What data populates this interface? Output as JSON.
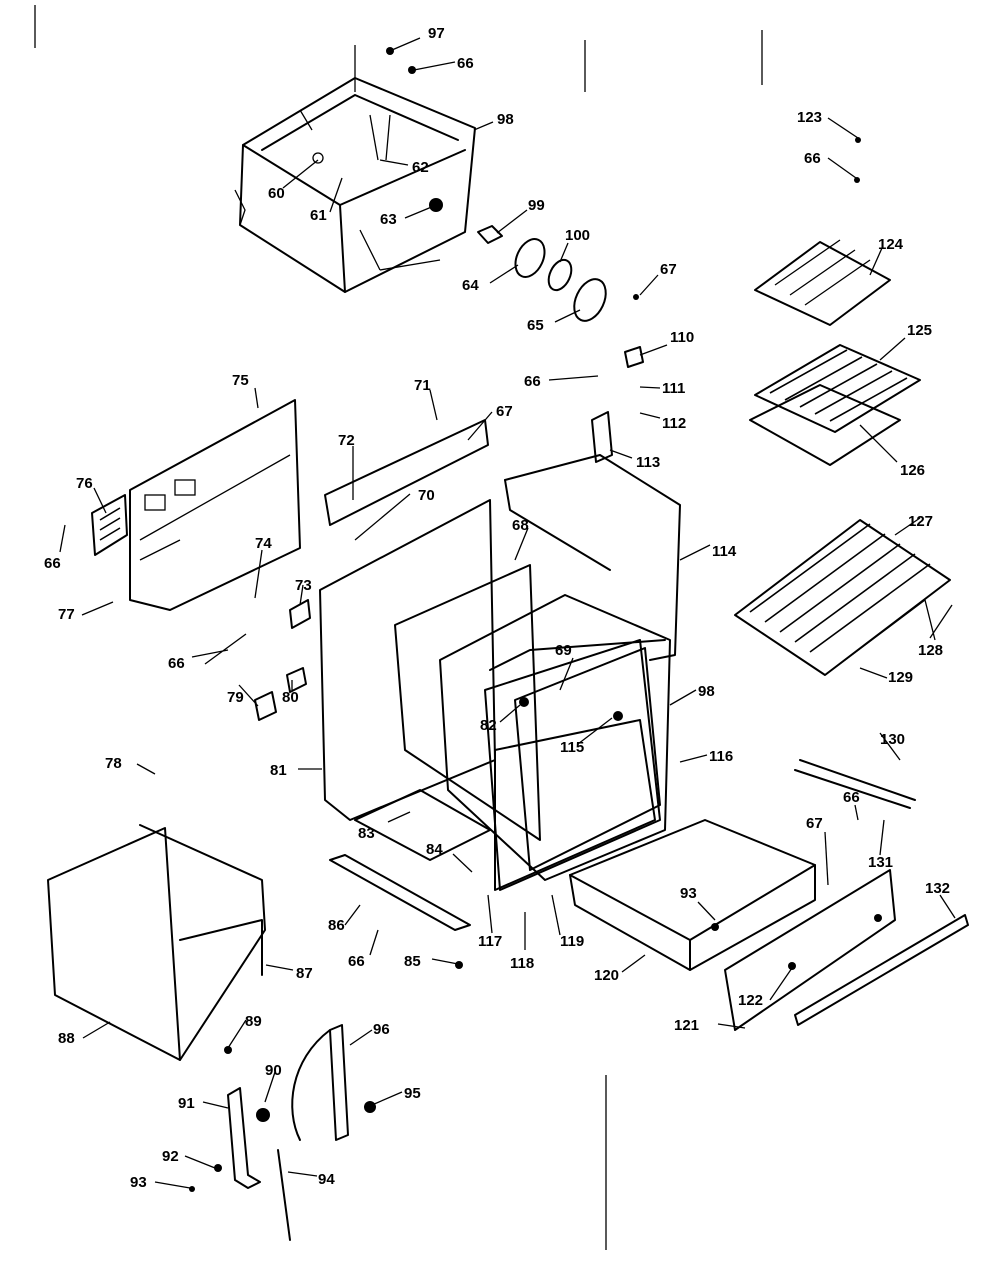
{
  "labels": [
    "97",
    "66",
    "98",
    "62",
    "60",
    "61",
    "63",
    "99",
    "100",
    "64",
    "65",
    "67",
    "123",
    "66",
    "124",
    "125",
    "126",
    "110",
    "66",
    "111",
    "112",
    "113",
    "75",
    "71",
    "67",
    "72",
    "70",
    "68",
    "114",
    "76",
    "66",
    "74",
    "73",
    "77",
    "66",
    "79",
    "80",
    "127",
    "128",
    "129",
    "69",
    "82",
    "98",
    "115",
    "116",
    "81",
    "83",
    "78",
    "130",
    "66",
    "131",
    "67",
    "84",
    "86",
    "66",
    "117",
    "118",
    "119",
    "93",
    "120",
    "132",
    "122",
    "121",
    "85",
    "87",
    "88",
    "89",
    "90",
    "96",
    "95",
    "91",
    "92",
    "93",
    "94"
  ]
}
